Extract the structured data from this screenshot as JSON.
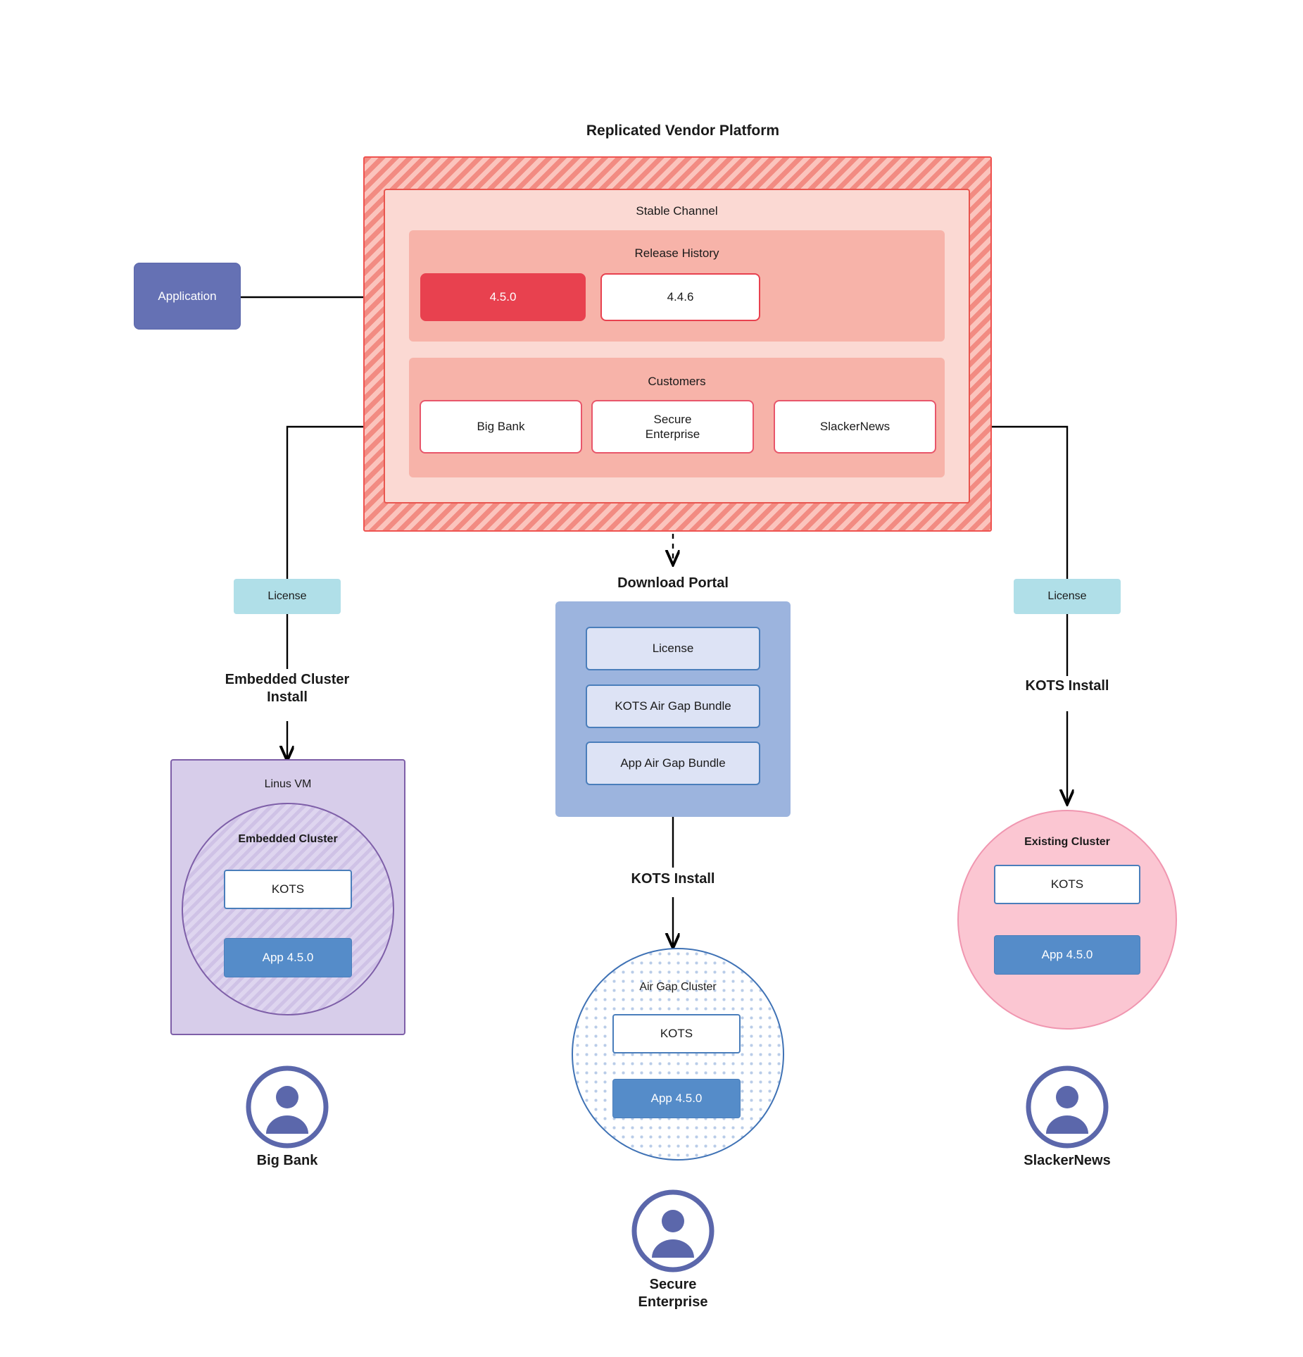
{
  "diagram": {
    "title": "Replicated Vendor Platform",
    "platform": {
      "channel_label": "Stable Channel",
      "release_history": {
        "label": "Release History",
        "releases": [
          {
            "version": "4.5.0",
            "state": "current"
          },
          {
            "version": "4.4.6",
            "state": "previous"
          }
        ]
      },
      "customers": {
        "label": "Customers",
        "items": [
          {
            "name": "Big Bank"
          },
          {
            "name": "Secure\nEnterprise"
          },
          {
            "name": "SlackerNews"
          }
        ]
      }
    },
    "application_node": {
      "label": "Application"
    },
    "license_chips": [
      {
        "label": "License",
        "side": "left"
      },
      {
        "label": "License",
        "side": "right"
      }
    ],
    "install_labels": {
      "embedded": "Embedded Cluster\nInstall",
      "kots_right": "KOTS Install",
      "kots_center": "KOTS Install"
    },
    "download_portal": {
      "title": "Download  Portal",
      "items": [
        {
          "label": "License"
        },
        {
          "label": "KOTS Air Gap Bundle"
        },
        {
          "label": "App Air Gap Bundle"
        }
      ]
    },
    "clusters": {
      "vm": {
        "host_label": "Linus VM",
        "cluster_label": "Embedded Cluster",
        "kots_label": "KOTS",
        "app_label": "App 4.5.0"
      },
      "airgap": {
        "cluster_label": "Air Gap Cluster",
        "kots_label": "KOTS",
        "app_label": "App 4.5.0"
      },
      "existing": {
        "cluster_label": "Existing Cluster",
        "kots_label": "KOTS",
        "app_label": "App 4.5.0"
      }
    },
    "personas": [
      {
        "name": "Big Bank"
      },
      {
        "name": "Secure\nEnterprise"
      },
      {
        "name": "SlackerNews"
      }
    ],
    "colors": {
      "platform_hatch": "#f28b82",
      "channel_bg": "#fbd9d3",
      "subpanel_bg": "#f7b3a9",
      "release_current": "#e8414f",
      "customer_border": "#e8566a",
      "application": "#6571b4",
      "license_chip": "#b0dfe8",
      "vm_bg": "#d7cdea",
      "vm_border": "#7e5fa8",
      "kots_border": "#4a7ebb",
      "app_box": "#558cc9",
      "portal_bg": "#9cb4de",
      "portal_item": "#dde3f5",
      "existing_cluster": "#fbc6d2",
      "persona": "#5b67ab"
    }
  }
}
